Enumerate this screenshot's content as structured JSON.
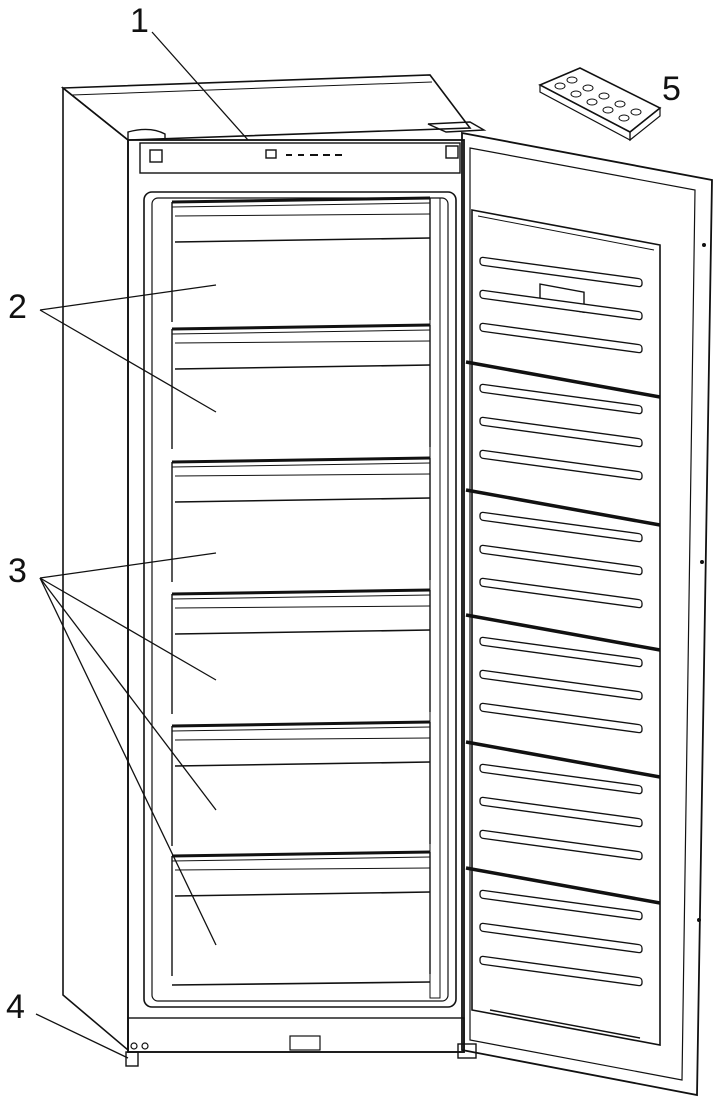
{
  "diagram": {
    "callouts": [
      {
        "id": "1",
        "label": "1"
      },
      {
        "id": "2",
        "label": "2"
      },
      {
        "id": "3",
        "label": "3"
      },
      {
        "id": "4",
        "label": "4"
      },
      {
        "id": "5",
        "label": "5"
      }
    ],
    "colors": {
      "line": "#111111",
      "panel": "#f7f7f7",
      "background": "#ffffff"
    }
  }
}
